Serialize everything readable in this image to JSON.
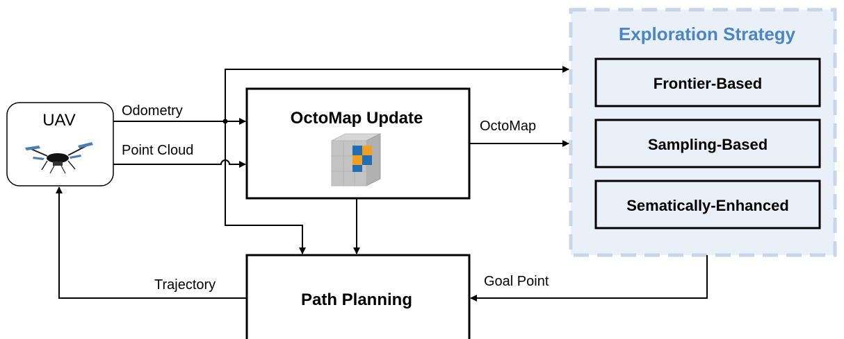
{
  "uav": {
    "label": "UAV"
  },
  "edges": {
    "odometry": "Odometry",
    "point_cloud": "Point Cloud",
    "octomap": "OctoMap",
    "trajectory": "Trajectory",
    "goal_point": "Goal Point"
  },
  "octomap_update": {
    "title": "OctoMap Update"
  },
  "path_planning": {
    "title": "Path Planning"
  },
  "exploration": {
    "title": "Exploration Strategy",
    "strategies": [
      "Frontier-Based",
      "Sampling-Based",
      "Sematically-Enhanced"
    ]
  },
  "colors": {
    "region_fill": "#eaf0f8",
    "region_border": "#c9d6ea",
    "title_blue": "#4a86c5",
    "cube_gray": "#c4c4c4",
    "cube_blue": "#1f6fb2",
    "cube_orange": "#f0a020"
  }
}
